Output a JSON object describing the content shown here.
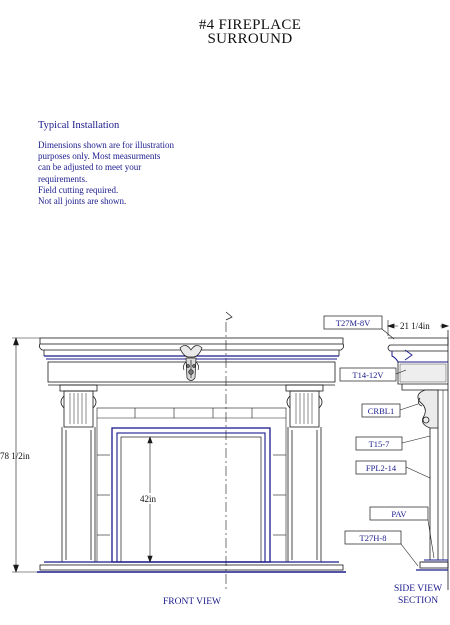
{
  "title": {
    "line1": "#4 FIREPLACE",
    "line2": "SURROUND"
  },
  "installation": {
    "heading": "Typical Installation",
    "notes": [
      "Dimensions shown are for illustration",
      "purposes only.  Most  measurments",
      "can be adjusted to meet your",
      "requirements.",
      "Field cutting required.",
      "Not all joints are shown."
    ]
  },
  "front_view": {
    "label": "FRONT VIEW",
    "height_dimension": "78 1/2in",
    "opening_dimension": "42in"
  },
  "side_view": {
    "label_line1": "SIDE VIEW",
    "label_line2": "SECTION",
    "depth_dimension": "21 1/4in",
    "parts": [
      "T27M-8V",
      "T14-12V",
      "CRBL1",
      "T15-7",
      "FPL2-14",
      "PAV",
      "T27H-8"
    ]
  },
  "colors": {
    "line": "#1a1a1a",
    "accent": "#1a1a8c",
    "paper": "#ffffff"
  }
}
